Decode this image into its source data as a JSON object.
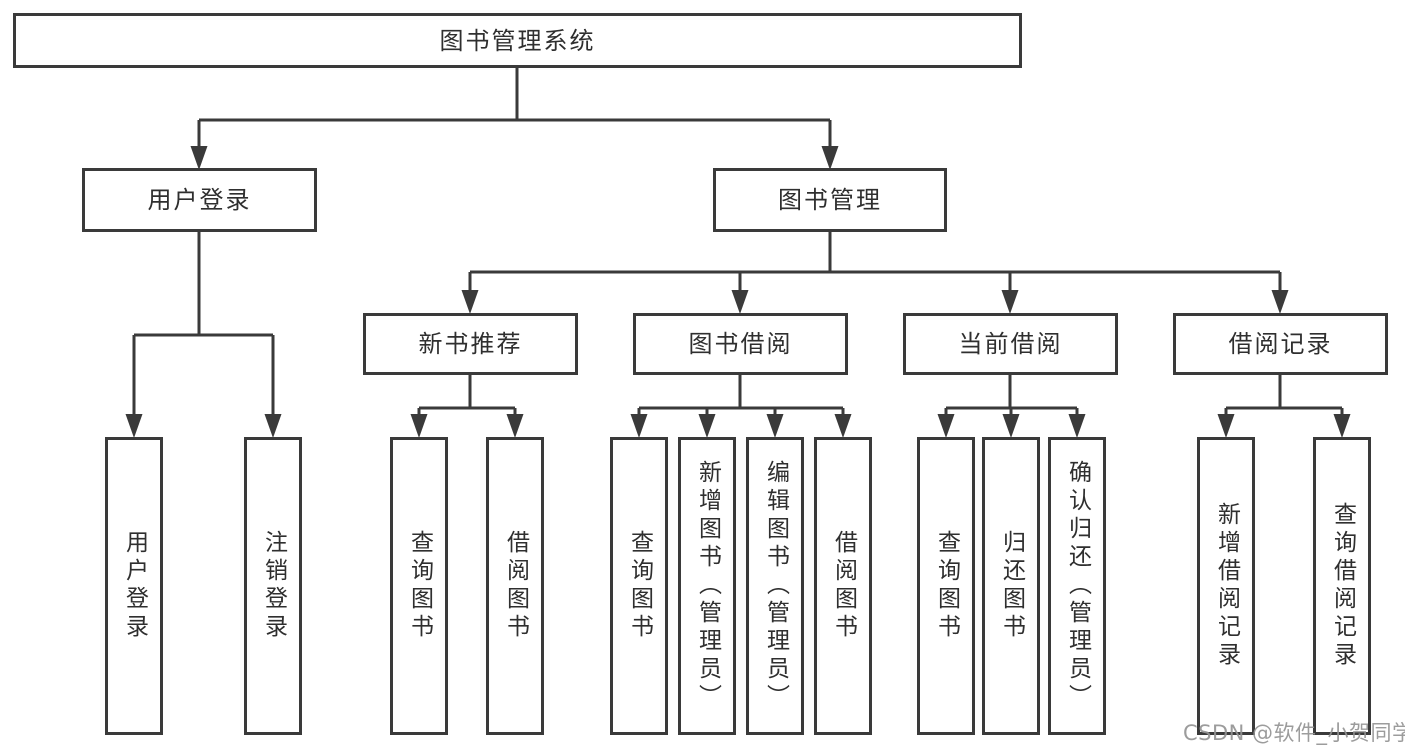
{
  "diagram": {
    "root": "图书管理系统",
    "branches": [
      {
        "label": "用户登录",
        "children": [
          "用户登录",
          "注销登录"
        ]
      },
      {
        "label": "图书管理",
        "sections": [
          {
            "label": "新书推荐",
            "children": [
              "查询图书",
              "借阅图书"
            ]
          },
          {
            "label": "图书借阅",
            "children": [
              "查询图书",
              "新增图书（管理员）",
              "编辑图书（管理员）",
              "借阅图书"
            ]
          },
          {
            "label": "当前借阅",
            "children": [
              "查询图书",
              "归还图书",
              "确认归还（管理员）"
            ]
          },
          {
            "label": "借阅记录",
            "children": [
              "新增借阅记录",
              "查询借阅记录"
            ]
          }
        ]
      }
    ],
    "watermark": "CSDN @软件_小贺同学",
    "colors": {
      "line": "#3a3a3a",
      "text": "#2f2f2f",
      "background": "#ffffff",
      "watermark": "#949494"
    }
  }
}
